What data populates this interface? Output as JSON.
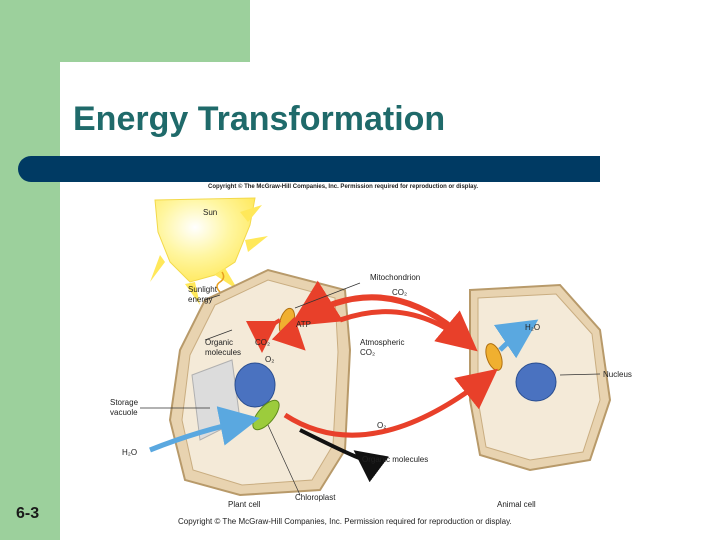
{
  "slide": {
    "title": "Energy Transformation",
    "number": "6-3",
    "copyright_top": "Copyright © The McGraw-Hill Companies, Inc. Permission required for reproduction or display.",
    "copyright_bottom": "Copyright © The McGraw-Hill Companies, Inc. Permission required for reproduction or display."
  },
  "diagram": {
    "labels": {
      "sun": "Sun",
      "sunlight_1": "Sunlight",
      "sunlight_2": "energy",
      "organic_1": "Organic",
      "organic_2": "molecules",
      "storage_1": "Storage",
      "storage_2": "vacuole",
      "h2o_left": "H₂O",
      "co2_left": "CO₂",
      "o2_left": "O₂",
      "atp": "ATP",
      "mitochondrion": "Mitochondrion",
      "co2_top": "CO₂",
      "atmospheric_1": "Atmospheric",
      "atmospheric_2": "CO₂",
      "h2o_right": "H₂O",
      "nucleus": "Nucleus",
      "o2_mid": "O₂",
      "organic_bottom": "Organic molecules",
      "chloroplast": "Chloroplast",
      "plant_cell": "Plant cell",
      "animal_cell": "Animal cell"
    },
    "colors": {
      "sun": "#fff27a",
      "cell_wall": "#e8d3b0",
      "cytoplasm": "#f4ead8",
      "nucleus": "#4a72c0",
      "mitochondrion": "#f0b030",
      "chloroplast": "#9ccc3c",
      "red_arrow": "#e8402a",
      "blue_arrow": "#5aa8e0",
      "black_arrow": "#111111"
    }
  }
}
